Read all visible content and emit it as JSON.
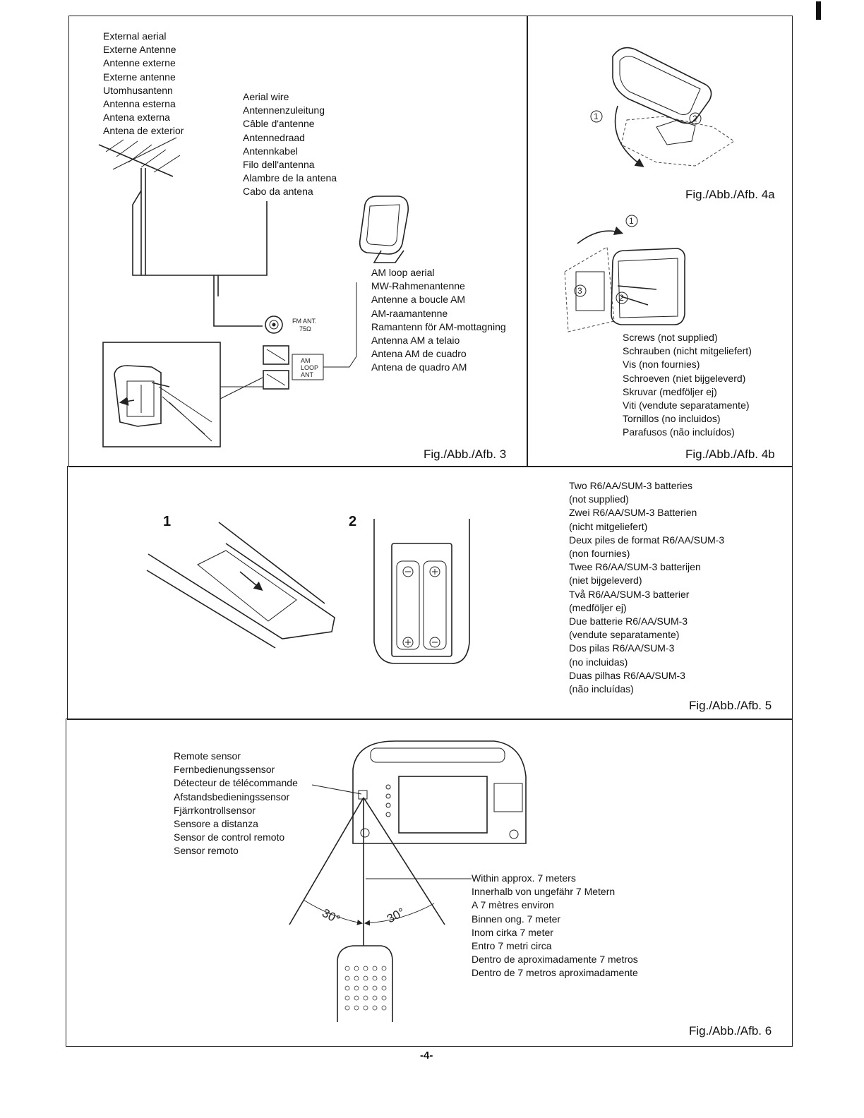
{
  "fig3": {
    "external_aerial": [
      "External aerial",
      "Externe Antenne",
      "Antenne externe",
      "Externe antenne",
      "Utomhusantenn",
      "Antenna esterna",
      "Antena externa",
      "Antena de exterior"
    ],
    "aerial_wire": [
      "Aerial wire",
      "Antennenzuleitung",
      "Câble d'antenne",
      "Antennedraad",
      "Antennkabel",
      "Filo dell'antenna",
      "Alambre de la antena",
      "Cabo da antena"
    ],
    "am_loop": [
      "AM loop aerial",
      "MW-Rahmenantenne",
      "Antenne a boucle AM",
      "AM-raamantenne",
      "Ramantenn för AM-mottagning",
      "Antenna AM a telaio",
      "Antena AM de cuadro",
      "Antena de quadro AM"
    ],
    "fm_label_1": "FM ANT.",
    "fm_label_2": "75Ω",
    "am_label": [
      "AM",
      "LOOP",
      "ANT"
    ],
    "caption": "Fig./Abb./Afb. 3"
  },
  "fig4a": {
    "step1": "1",
    "step2": "2",
    "caption": "Fig./Abb./Afb. 4a"
  },
  "fig4b": {
    "step1": "1",
    "step2": "2",
    "step3": "3",
    "screws": [
      "Screws (not supplied)",
      "Schrauben (nicht mitgeliefert)",
      "Vis (non fournies)",
      "Schroeven (niet bijgeleverd)",
      "Skruvar (medföljer ej)",
      "Viti (vendute separatamente)",
      "Tornillos (no incluidos)",
      "Parafusos (não incluídos)"
    ],
    "caption": "Fig./Abb./Afb. 4b"
  },
  "fig5": {
    "step1": "1",
    "step2": "2",
    "batteries": [
      "Two R6/AA/SUM-3 batteries",
      "(not supplied)",
      "Zwei R6/AA/SUM-3 Batterien",
      "(nicht mitgeliefert)",
      "Deux piles de format R6/AA/SUM-3",
      "(non fournies)",
      "Twee R6/AA/SUM-3 batterijen",
      "(niet bijgeleverd)",
      "Två R6/AA/SUM-3 batterier",
      "(medföljer ej)",
      "Due batterie R6/AA/SUM-3",
      "(vendute separatamente)",
      "Dos pilas R6/AA/SUM-3",
      "(no incluidas)",
      "Duas pilhas R6/AA/SUM-3",
      "(não incluídas)"
    ],
    "caption": "Fig./Abb./Afb. 5"
  },
  "fig6": {
    "remote_sensor": [
      "Remote sensor",
      "Fernbedienungssensor",
      "Détecteur de télécommande",
      "Afstandsbedieningssensor",
      "Fjärrkontrollsensor",
      "Sensore a distanza",
      "Sensor de control remoto",
      "Sensor remoto"
    ],
    "distance": [
      "Within approx. 7 meters",
      "Innerhalb von ungefähr 7 Metern",
      "A 7 mètres environ",
      "Binnen ong. 7 meter",
      "Inom cirka 7 meter",
      "Entro 7 metri circa",
      "Dentro de aproximadamente 7 metros",
      "Dentro de 7 metros aproximadamente"
    ],
    "angle_left": "30°",
    "angle_right": "30°",
    "caption": "Fig./Abb./Afb. 6"
  },
  "page_number": "-4-"
}
